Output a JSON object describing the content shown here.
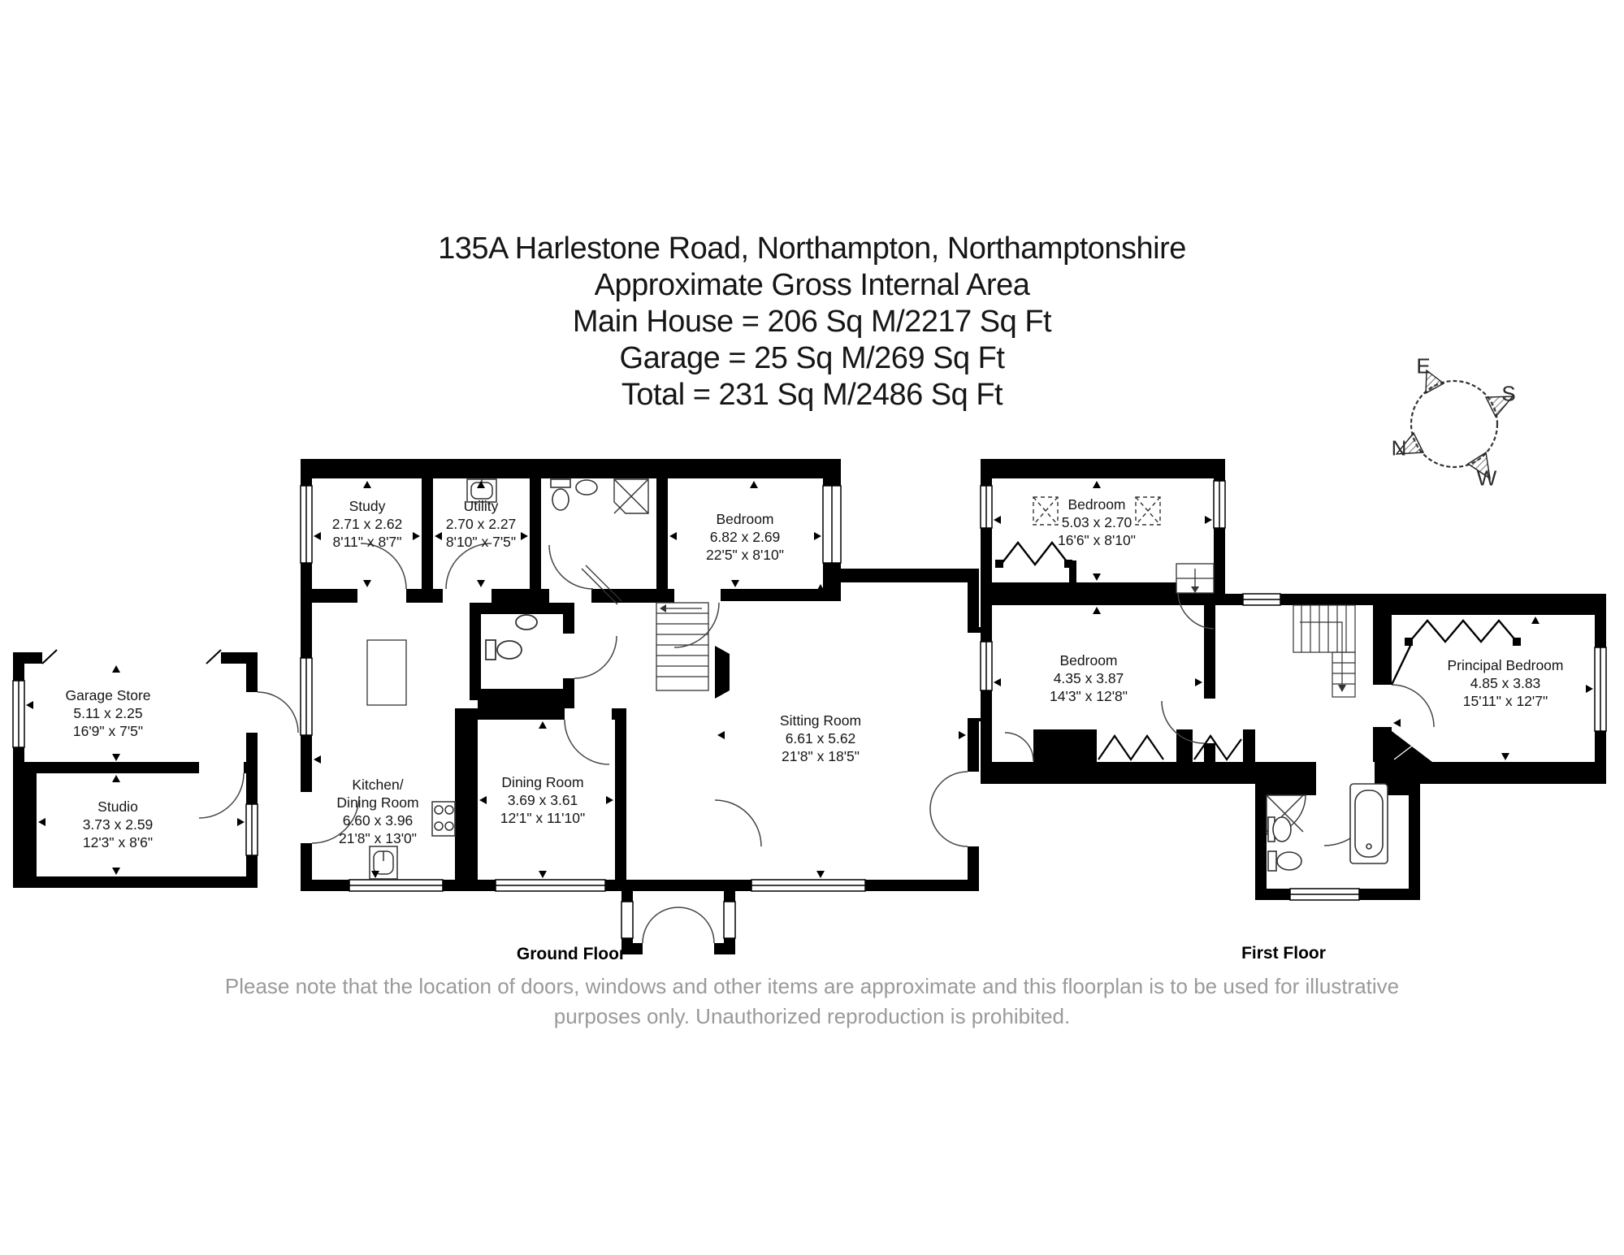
{
  "title": {
    "lines": [
      "135A Harlestone Road, Northampton, Northamptonshire",
      "Approximate Gross Internal Area",
      "Main House = 206 Sq M/2217 Sq Ft",
      "Garage = 25 Sq M/269 Sq Ft",
      "Total = 231 Sq M/2486 Sq Ft"
    ]
  },
  "compass": {
    "east": "E",
    "south": "S",
    "north": "N",
    "west": "W"
  },
  "ground_floor": {
    "label": "Ground Floor",
    "rooms": [
      {
        "name": "Garage Store",
        "metric": "5.11 x 2.25",
        "imperial": "16'9\" x 7'5\""
      },
      {
        "name": "Studio",
        "metric": "3.73 x 2.59",
        "imperial": "12'3\" x 8'6\""
      },
      {
        "name": "Study",
        "metric": "2.71 x 2.62",
        "imperial": "8'11\" x 8'7\""
      },
      {
        "name": "Utility",
        "metric": "2.70 x 2.27",
        "imperial": "8'10\" x 7'5\""
      },
      {
        "name": "Bedroom",
        "metric": "6.82 x 2.69",
        "imperial": "22'5\" x 8'10\""
      },
      {
        "name": "Kitchen/",
        "name2": "Dining Room",
        "metric": "6.60 x 3.96",
        "imperial": "21'8\" x 13'0\""
      },
      {
        "name": "Dining Room",
        "metric": "3.69 x 3.61",
        "imperial": "12'1\" x 11'10\""
      },
      {
        "name": "Sitting Room",
        "metric": "6.61 x 5.62",
        "imperial": "21'8\" x 18'5\""
      }
    ]
  },
  "first_floor": {
    "label": "First Floor",
    "rooms": [
      {
        "name": "Bedroom",
        "metric": "5.03 x 2.70",
        "imperial": "16'6\" x 8'10\""
      },
      {
        "name": "Bedroom",
        "metric": "4.35 x 3.87",
        "imperial": "14'3\" x 12'8\""
      },
      {
        "name": "Principal Bedroom",
        "metric": "4.85 x 3.83",
        "imperial": "15'11\" x 12'7\""
      }
    ]
  },
  "footer": {
    "lines": [
      "Please note that the location of doors, windows and other items are approximate and this floorplan is to be used for illustrative",
      "purposes only. Unauthorized reproduction is prohibited."
    ]
  },
  "colors": {
    "wall": "#000000",
    "text": "#151515",
    "footer_text": "#9a9a9a",
    "background": "#ffffff"
  }
}
